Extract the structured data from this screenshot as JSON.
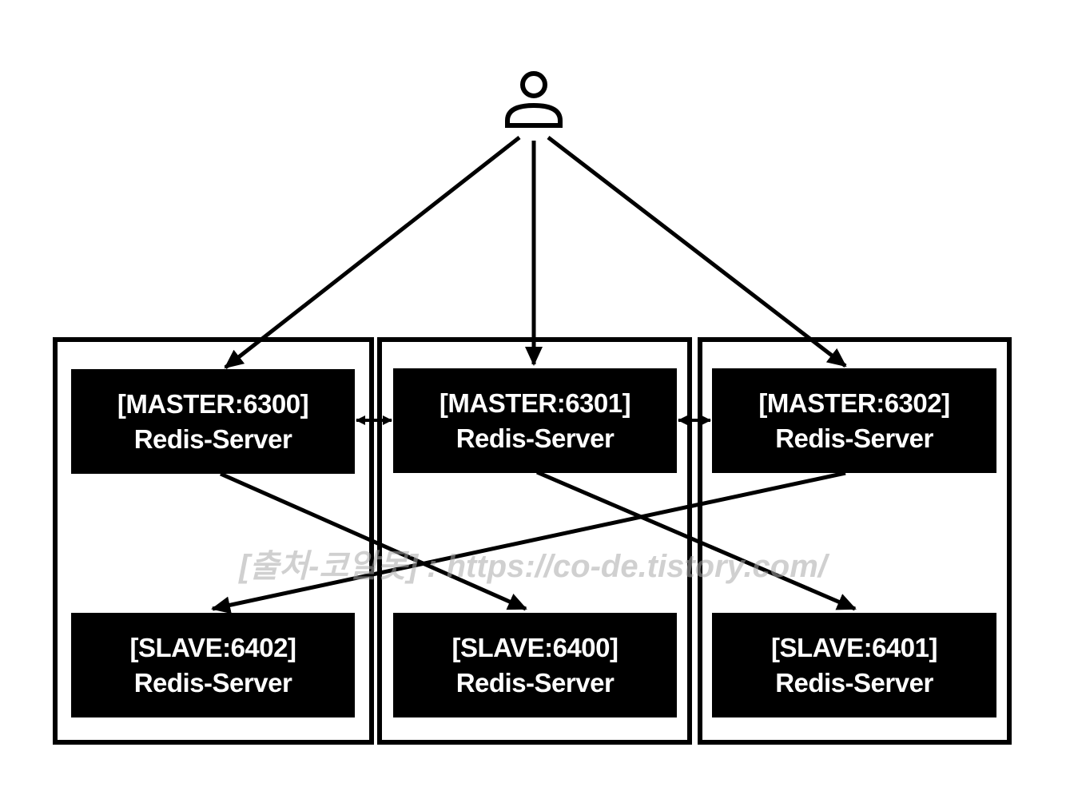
{
  "diagram": {
    "client": {
      "icon": "user-icon"
    },
    "groups": [
      {
        "master": {
          "line1": "[MASTER:6300]",
          "line2": "Redis-Server"
        },
        "slave": {
          "line1": "[SLAVE:6402]",
          "line2": "Redis-Server"
        }
      },
      {
        "master": {
          "line1": "[MASTER:6301]",
          "line2": "Redis-Server"
        },
        "slave": {
          "line1": "[SLAVE:6400]",
          "line2": "Redis-Server"
        }
      },
      {
        "master": {
          "line1": "[MASTER:6302]",
          "line2": "Redis-Server"
        },
        "slave": {
          "line1": "[SLAVE:6401]",
          "line2": "Redis-Server"
        }
      }
    ],
    "watermark": "[출처-코알못] : https://co-de.tistory.com/",
    "colors": {
      "node_fill": "#000000",
      "node_text": "#ffffff",
      "stroke": "#000000",
      "watermark": "#aaaaaa",
      "background": "#ffffff"
    }
  }
}
